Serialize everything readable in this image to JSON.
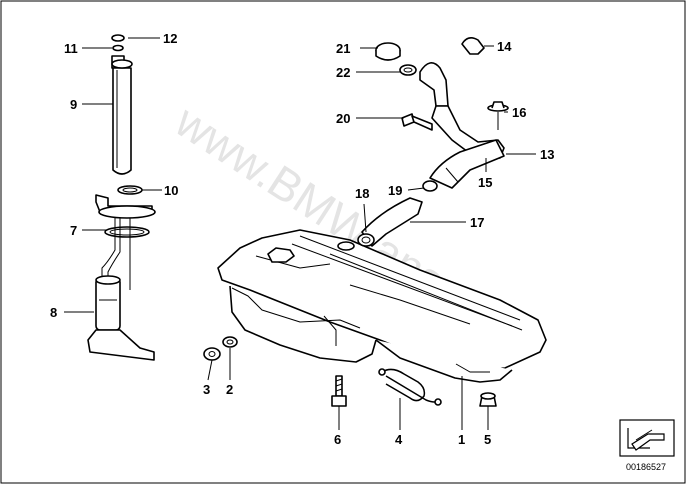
{
  "diagram": {
    "watermark": "www.BMWfans.pl",
    "document_number": "00186527",
    "callouts": [
      "1",
      "2",
      "3",
      "4",
      "5",
      "6",
      "7",
      "8",
      "9",
      "10",
      "11",
      "12",
      "13",
      "14",
      "15",
      "16",
      "17",
      "18",
      "19",
      "20",
      "21",
      "22"
    ]
  }
}
